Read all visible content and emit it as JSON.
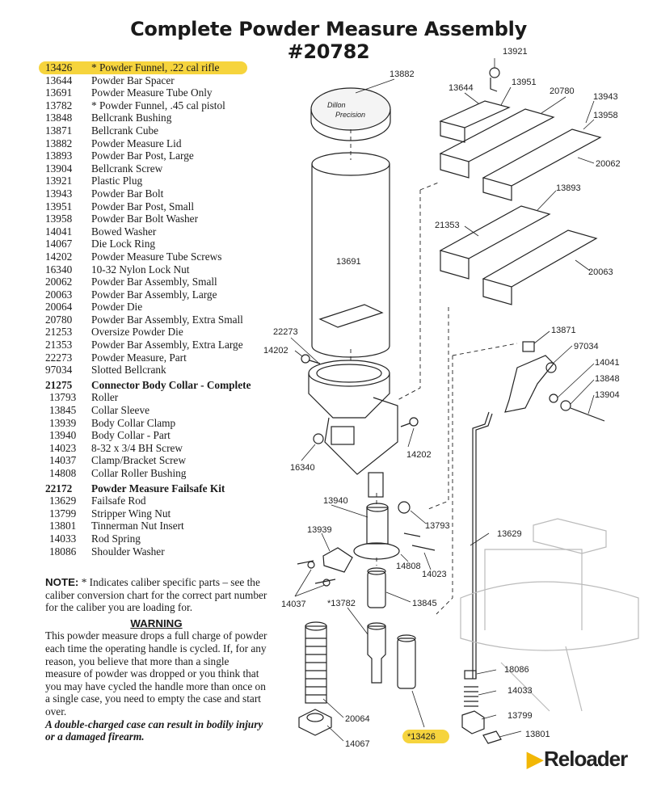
{
  "title": {
    "line1": "Complete Powder Measure Assembly",
    "line2": "#20782"
  },
  "parts": [
    {
      "num": "13426",
      "desc": "* Powder Funnel, .22 cal rifle",
      "highlight": true
    },
    {
      "num": "13644",
      "desc": "Powder Bar Spacer"
    },
    {
      "num": "13691",
      "desc": "Powder Measure Tube Only"
    },
    {
      "num": "13782",
      "desc": "* Powder Funnel, .45 cal pistol"
    },
    {
      "num": "13848",
      "desc": "Bellcrank Bushing"
    },
    {
      "num": "13871",
      "desc": "Bellcrank Cube"
    },
    {
      "num": "13882",
      "desc": "Powder Measure Lid"
    },
    {
      "num": "13893",
      "desc": "Powder Bar Post, Large"
    },
    {
      "num": "13904",
      "desc": "Bellcrank Screw"
    },
    {
      "num": "13921",
      "desc": "Plastic Plug"
    },
    {
      "num": "13943",
      "desc": "Powder Bar Bolt"
    },
    {
      "num": "13951",
      "desc": "Powder Bar Post, Small"
    },
    {
      "num": "13958",
      "desc": "Powder Bar Bolt Washer"
    },
    {
      "num": "14041",
      "desc": "Bowed Washer"
    },
    {
      "num": "14067",
      "desc": "Die Lock Ring"
    },
    {
      "num": "14202",
      "desc": "Powder Measure Tube Screws"
    },
    {
      "num": "16340",
      "desc": "10-32 Nylon Lock Nut"
    },
    {
      "num": "20062",
      "desc": "Powder Bar Assembly, Small"
    },
    {
      "num": "20063",
      "desc": "Powder Bar Assembly, Large"
    },
    {
      "num": "20064",
      "desc": "Powder Die"
    },
    {
      "num": "20780",
      "desc": "Powder Bar Assembly, Extra Small"
    },
    {
      "num": "21253",
      "desc": "Oversize Powder Die"
    },
    {
      "num": "21353",
      "desc": "Powder Bar Assembly, Extra Large"
    },
    {
      "num": "22273",
      "desc": "Powder Measure, Part"
    },
    {
      "num": "97034",
      "desc": "Slotted Bellcrank"
    }
  ],
  "kit1": {
    "num": "21275",
    "desc": "Connector Body Collar - Complete",
    "items": [
      {
        "num": "13793",
        "desc": "Roller"
      },
      {
        "num": "13845",
        "desc": "Collar Sleeve"
      },
      {
        "num": "13939",
        "desc": "Body Collar Clamp"
      },
      {
        "num": "13940",
        "desc": "Body Collar - Part"
      },
      {
        "num": "14023",
        "desc": "8-32 x 3/4 BH Screw"
      },
      {
        "num": "14037",
        "desc": "Clamp/Bracket Screw"
      },
      {
        "num": "14808",
        "desc": "Collar Roller Bushing"
      }
    ]
  },
  "kit2": {
    "num": "22172",
    "desc": "Powder Measure Failsafe Kit",
    "items": [
      {
        "num": "13629",
        "desc": "Failsafe Rod"
      },
      {
        "num": "13799",
        "desc": "Stripper Wing Nut"
      },
      {
        "num": "13801",
        "desc": "Tinnerman Nut Insert"
      },
      {
        "num": "14033",
        "desc": "Rod Spring"
      },
      {
        "num": "18086",
        "desc": "Shoulder Washer"
      }
    ]
  },
  "note": {
    "label": "NOTE:",
    "text": " *  Indicates caliber specific parts – see the caliber conversion chart for the correct part number for the caliber you are loading for."
  },
  "warning": {
    "heading": "WARNING",
    "body": "This powder measure drops a full charge of powder each time the operating handle is cycled. If, for any reason, you believe that more than a single measure of powder was dropped or you think that you may have cycled the handle more than once on a single case, you need to empty the case and start over.",
    "emphasis": "A double-charged case can result in bodily injury or a damaged firearm."
  },
  "diagram_labels": {
    "lid": "13882",
    "lid_brand_1": "Dillon",
    "lid_brand_2": "Precision",
    "plug": "13921",
    "spacer": "13644",
    "post_small": "13951",
    "bar_xs": "20780",
    "bolt": "13943",
    "bolt_washer": "13958",
    "bar_small": "20062",
    "post_large": "13893",
    "bar_xl": "21353",
    "bar_large": "20063",
    "tube": "13691",
    "measure": "22273",
    "tube_screw_left": "14202",
    "tube_screw_right": "14202",
    "lock_nut": "16340",
    "cube": "13871",
    "bellcrank": "97034",
    "bowed_washer": "14041",
    "bushing": "13848",
    "bellcrank_screw": "13904",
    "body_collar": "13940",
    "roller": "13793",
    "clamp": "13939",
    "roller_bushing": "14808",
    "bh_screw": "14023",
    "clamp_screw": "14037",
    "funnel_45": "*13782",
    "sleeve": "13845",
    "rod": "13629",
    "washer": "18086",
    "spring": "14033",
    "wing_nut": "13799",
    "nut_insert": "13801",
    "die": "20064",
    "lock_ring": "14067",
    "funnel_22": "*13426"
  },
  "logo": {
    "mark": "▶",
    "text": "Reloader"
  },
  "colors": {
    "highlight": "#f6d43d",
    "logo_accent": "#f2b705",
    "ink": "#1a1a1a"
  }
}
